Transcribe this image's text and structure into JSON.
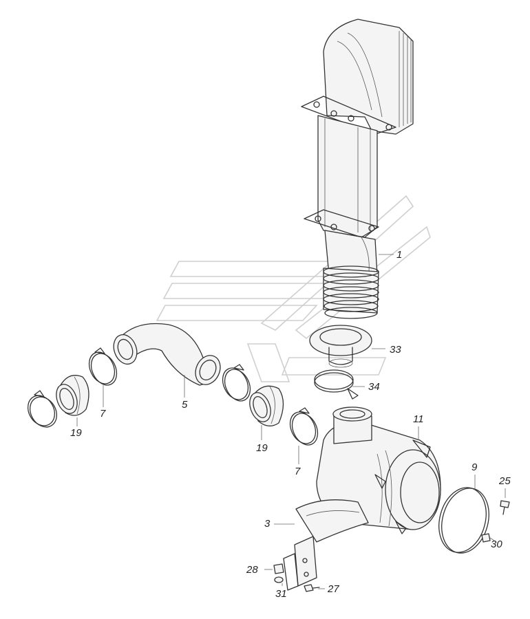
{
  "callouts": [
    {
      "id": "c1",
      "label": "1"
    },
    {
      "id": "c33",
      "label": "33"
    },
    {
      "id": "c34",
      "label": "34"
    },
    {
      "id": "c5",
      "label": "5"
    },
    {
      "id": "c7a",
      "label": "7"
    },
    {
      "id": "c19a",
      "label": "19"
    },
    {
      "id": "c19b",
      "label": "19"
    },
    {
      "id": "c7b",
      "label": "7"
    },
    {
      "id": "c11",
      "label": "11"
    },
    {
      "id": "c9",
      "label": "9"
    },
    {
      "id": "c25",
      "label": "25"
    },
    {
      "id": "c30",
      "label": "30"
    },
    {
      "id": "c3",
      "label": "3"
    },
    {
      "id": "c28",
      "label": "28"
    },
    {
      "id": "c31",
      "label": "31"
    },
    {
      "id": "c27",
      "label": "27"
    }
  ]
}
